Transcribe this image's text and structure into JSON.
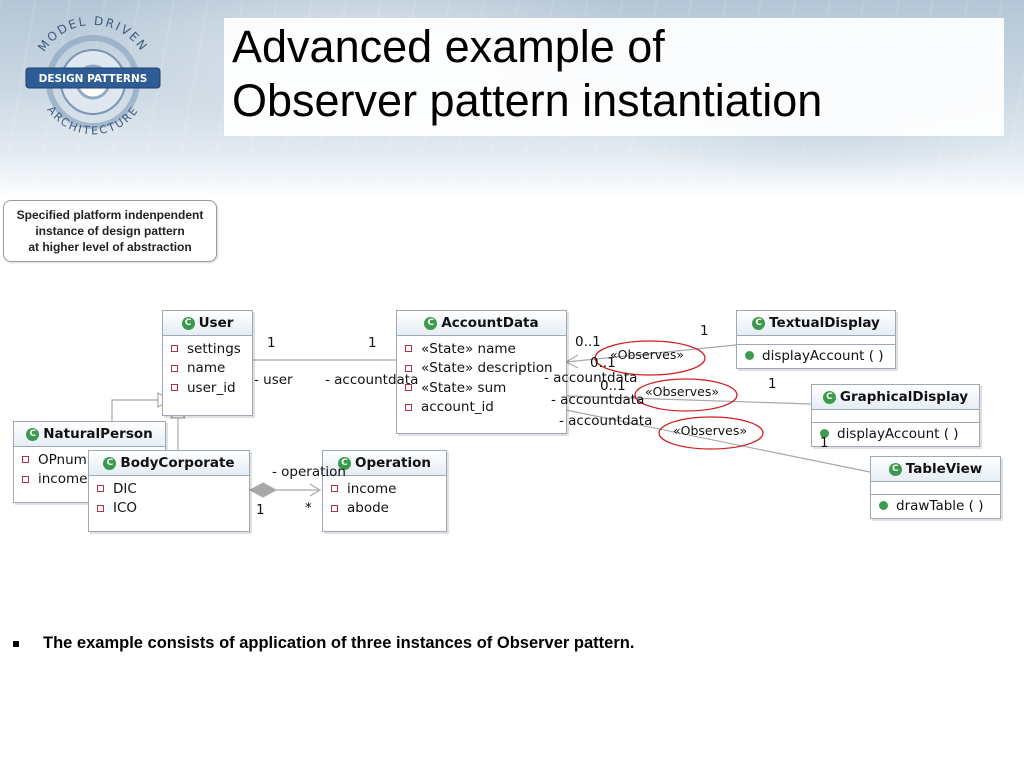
{
  "logo": {
    "text_top": "MODEL DRIVEN",
    "text_mid": "DESIGN PATTERNS",
    "text_bottom": "ARCHITECTURE"
  },
  "title": {
    "line1": "Advanced example of",
    "line2": "Observer pattern instantiation"
  },
  "callout": {
    "line1": "Specified platform indenpendent",
    "line2": "instance of design pattern",
    "line3": "at higher level of abstraction"
  },
  "classes": {
    "user": {
      "name": "User",
      "attributes": [
        "settings",
        "name",
        "user_id"
      ]
    },
    "account_data": {
      "name": "AccountData",
      "attributes": [
        "«State» name",
        "«State» description",
        "«State» sum",
        "account_id"
      ]
    },
    "textual_display": {
      "name": "TextualDisplay",
      "operations": [
        "displayAccount ( )"
      ]
    },
    "graphical_display": {
      "name": "GraphicalDisplay",
      "operations": [
        "displayAccount ( )"
      ]
    },
    "table_view": {
      "name": "TableView",
      "operations": [
        "drawTable ( )"
      ]
    },
    "natural_person": {
      "name": "NaturalPerson",
      "attributes": [
        "OPnum",
        "income"
      ]
    },
    "body_corporate": {
      "name": "BodyCorporate",
      "attributes": [
        "DIC",
        "ICO"
      ]
    },
    "operation": {
      "name": "Operation",
      "attributes": [
        "income",
        "abode"
      ]
    }
  },
  "labels": {
    "user_mult": "1",
    "account_mult": "1",
    "user_role": "- user",
    "accountdata_role": "- accountdata",
    "obs1_mult_src": "0..1",
    "obs1_mult_dst": "1",
    "obs2_mult_src": "0..1",
    "obs2_mult_dst": "1",
    "obs3_mult_src": "0..1",
    "obs3_mult_dst": "1",
    "obs1_role": "- accountdata",
    "obs2_role": "- accountdata",
    "obs3_role": "- accountdata",
    "operation_role": "- operation",
    "bc_mult": "1",
    "op_mult": "*"
  },
  "stereotypes": {
    "obs1": "«Observes»",
    "obs2": "«Observes»",
    "obs3": "«Observes»"
  },
  "colors": {
    "class_border": "#9fa9b6",
    "class_icon": "#3c9a4c",
    "attribute_marker": "#b3324a",
    "ellipse": "#d02020",
    "connector": "#a8a8a8"
  },
  "bullet": {
    "text": "The example consists of application of three instances of Observer pattern."
  }
}
